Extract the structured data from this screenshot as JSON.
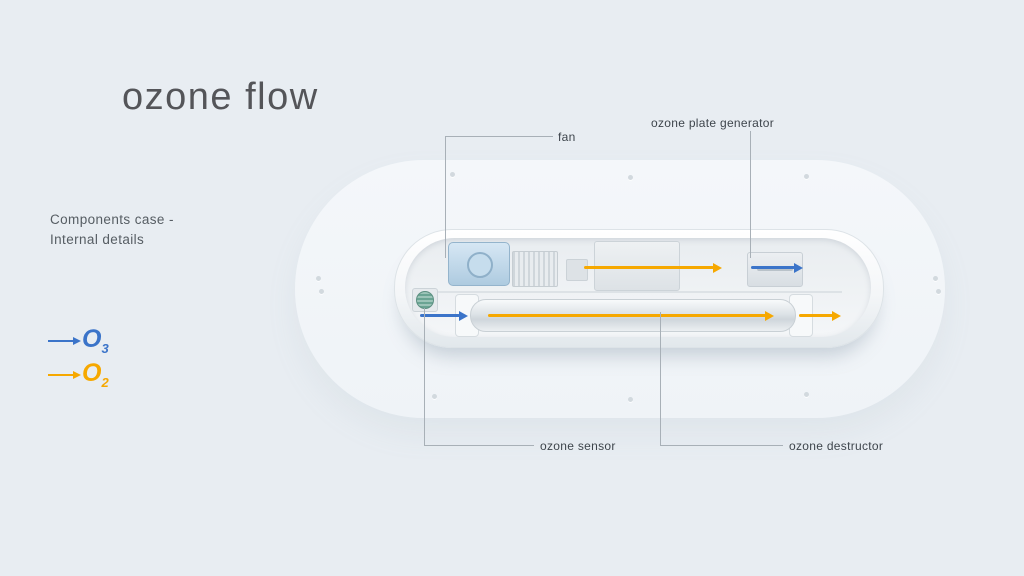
{
  "slide": {
    "title": "ozone flow",
    "description_line1": "Components case -",
    "description_line2": "Internal details"
  },
  "legend": {
    "items": [
      {
        "name": "ozone-o3",
        "symbol": "O",
        "subscript": "3",
        "color": "#3b74c9"
      },
      {
        "name": "oxygen-o2",
        "symbol": "O",
        "subscript": "2",
        "color": "#f6a800"
      }
    ]
  },
  "callouts": {
    "fan": "fan",
    "ozone_plate_generator": "ozone plate generator",
    "ozone_sensor": "ozone sensor",
    "ozone_destructor": "ozone destructor"
  },
  "colors": {
    "background": "#e8edf2",
    "panel": "#f2f6f9",
    "o3_arrow": "#3b74c9",
    "o2_arrow": "#f6a800",
    "title_text": "#545559",
    "label_text": "#3e454c"
  }
}
